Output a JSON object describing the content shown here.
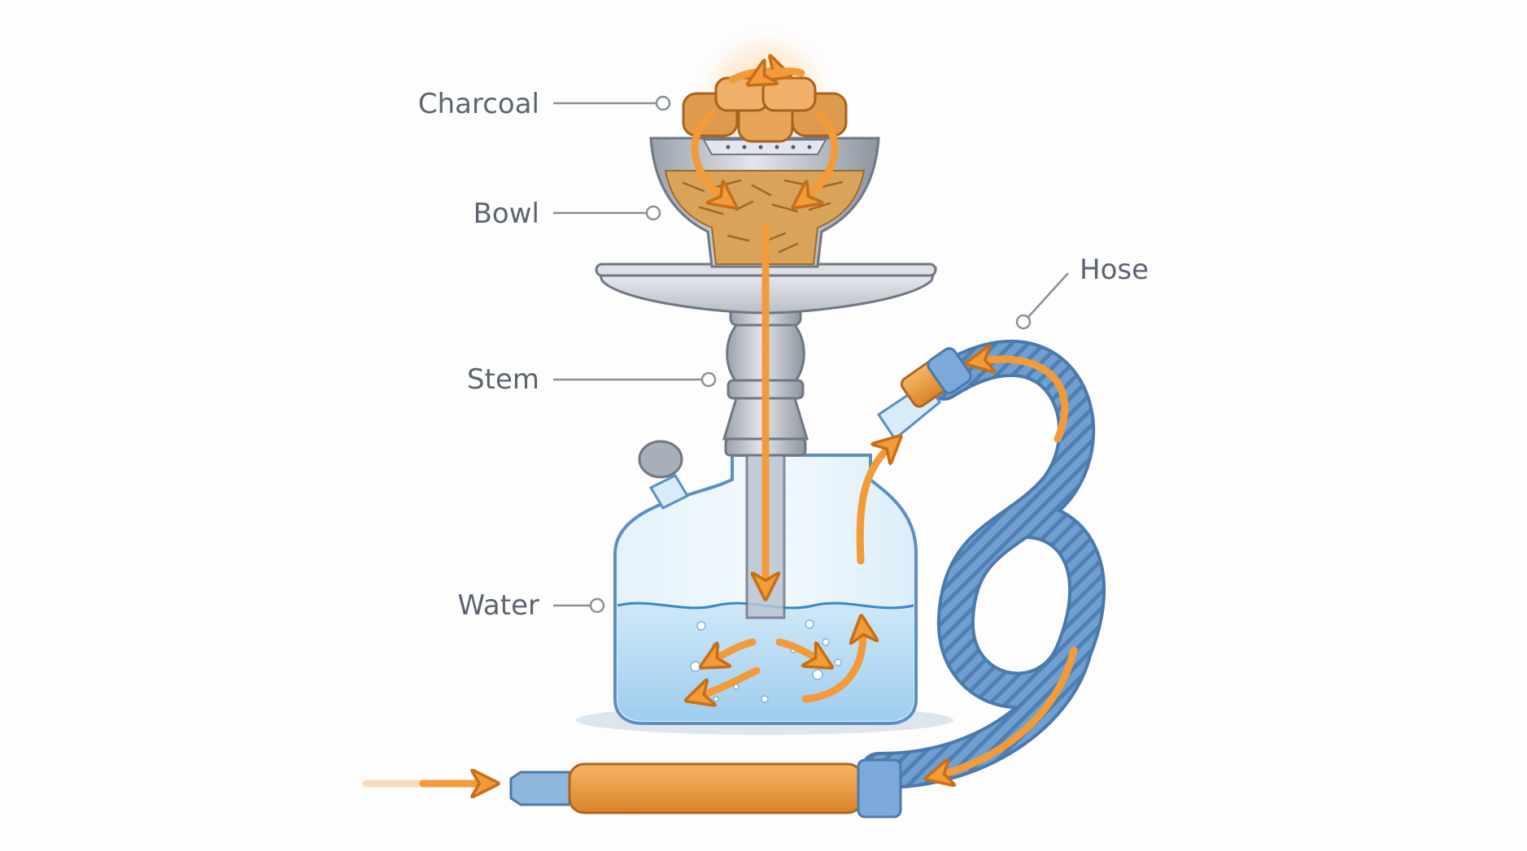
{
  "labels": {
    "charcoal": "Charcoal",
    "bowl": "Bowl",
    "stem": "Stem",
    "water": "Water",
    "hose": "Hose"
  },
  "colors": {
    "flow": "#f29b38",
    "water": "#bfe0f6",
    "hose": "#6f9fd0",
    "steel": "#c7cbd2",
    "label_text": "#5b6470"
  },
  "icons": {
    "flow_arrow": "arrow-icon"
  }
}
